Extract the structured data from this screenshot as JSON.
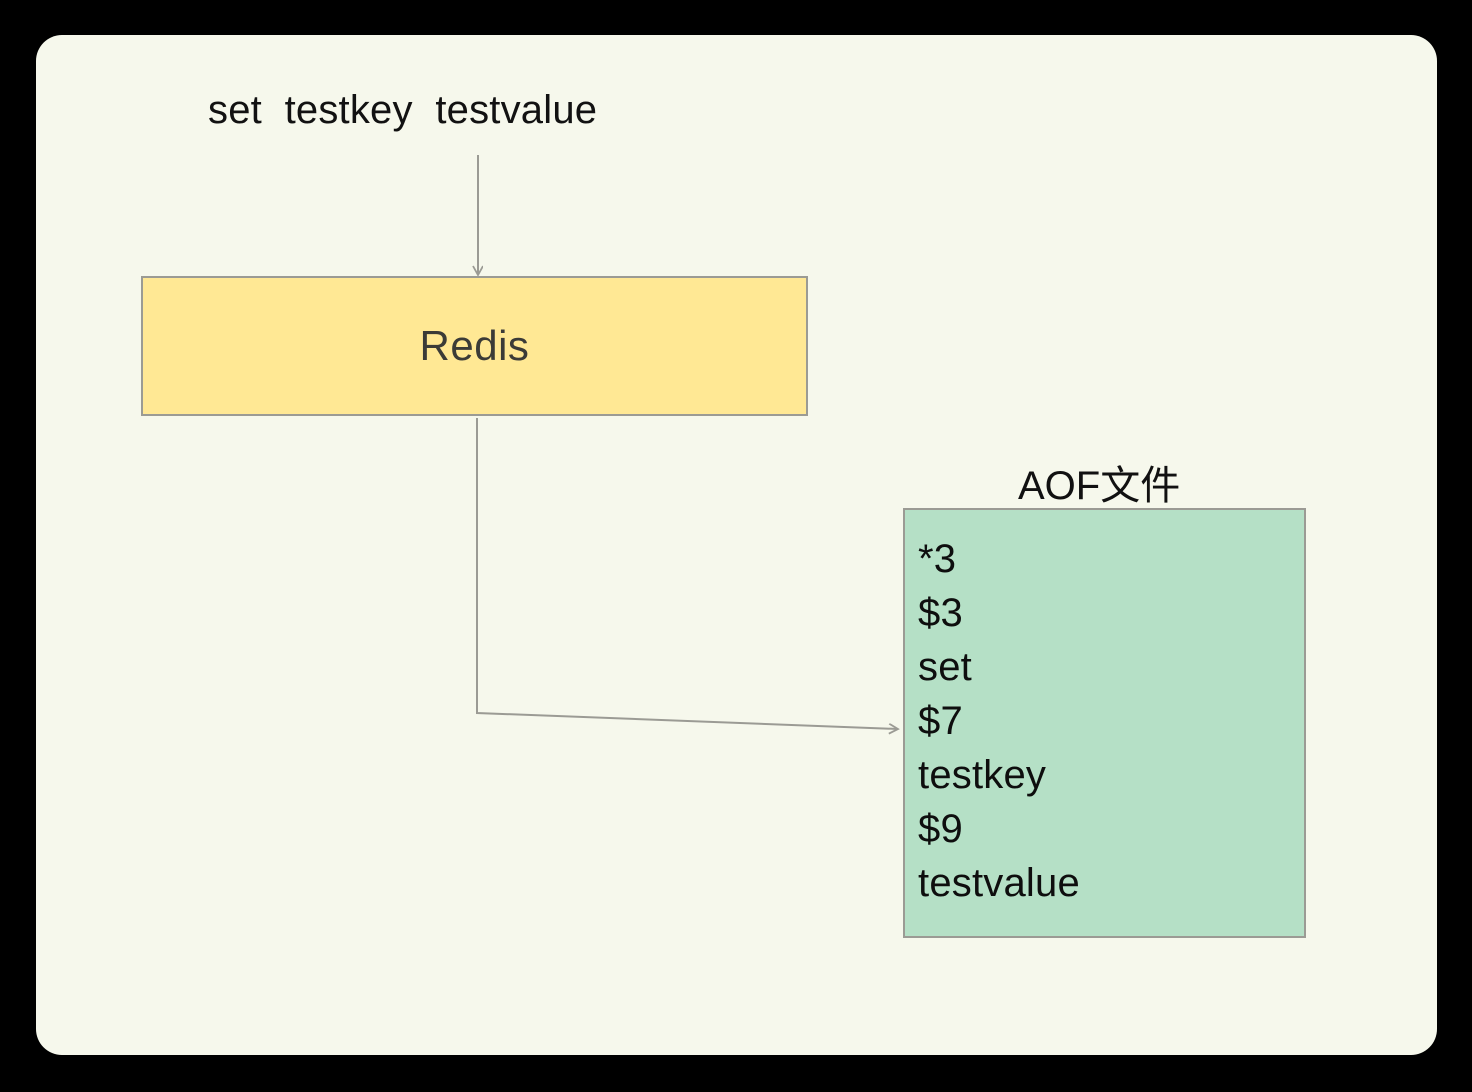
{
  "canvas": {
    "background_color": "#F6F8EC",
    "outer_background_color": "#000000"
  },
  "command": {
    "text": "set  testkey  testvalue"
  },
  "redis_node": {
    "label": "Redis",
    "fill_color": "#FFE894",
    "border_color": "#9B9B94",
    "text_color": "#3B3B37"
  },
  "aof_node": {
    "title": "AOF文件",
    "fill_color": "#B5E0C6",
    "border_color": "#9B9B94",
    "text_color": "#0E0E0E",
    "lines": [
      "*3",
      "$3",
      "set",
      "$7",
      "testkey",
      "$9",
      "testvalue"
    ]
  },
  "connectors": {
    "stroke_color": "#9B9B94",
    "command_to_redis": {
      "name": "arrow-command-to-redis",
      "direction": "down"
    },
    "redis_to_aof": {
      "name": "arrow-redis-to-aof",
      "direction": "right"
    }
  }
}
